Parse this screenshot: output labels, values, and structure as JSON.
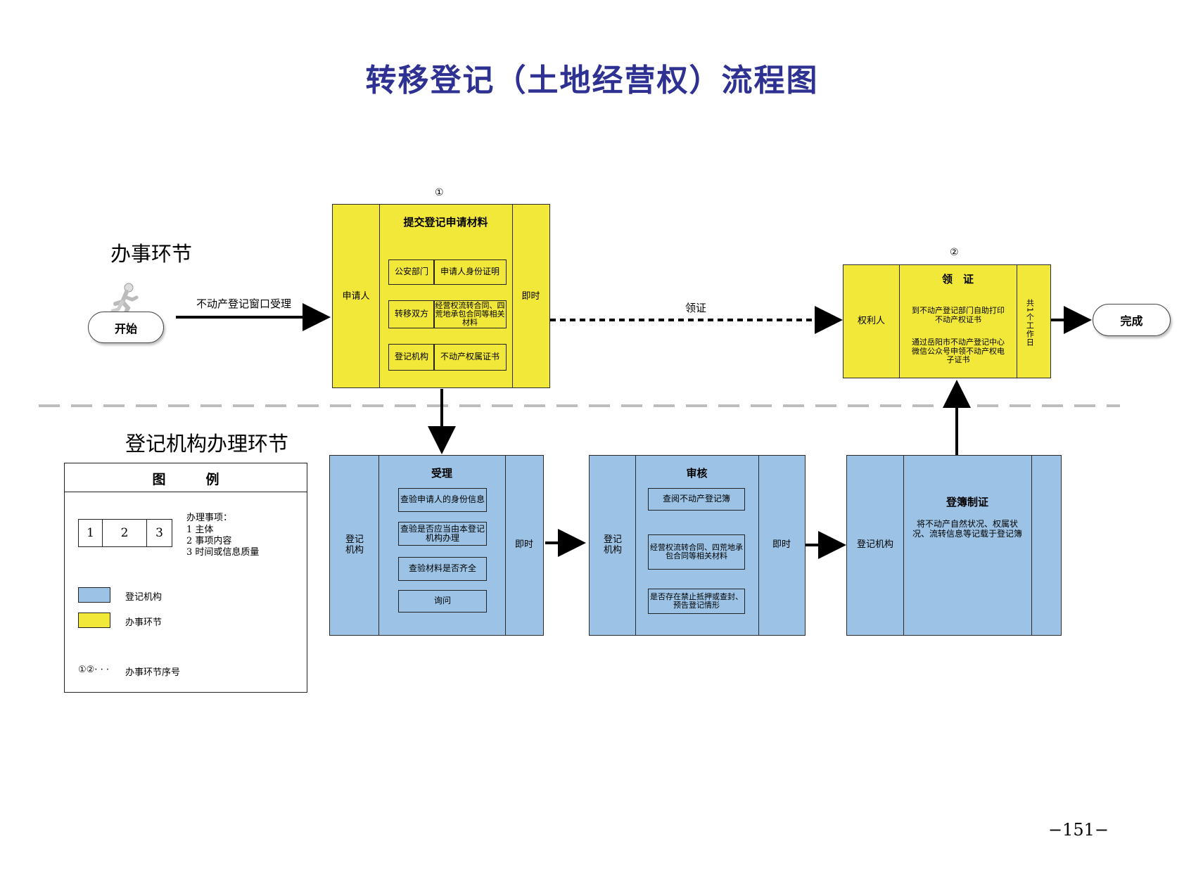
{
  "title": "转移登记（土地经营权）流程图",
  "sections": {
    "top": "办事环节",
    "bottom": "登记机构办理环节"
  },
  "start": {
    "label": "开始",
    "arrow_label": "不动产登记窗口受理"
  },
  "finish": {
    "label": "完成"
  },
  "step1": {
    "index": "①",
    "subject": "申请人",
    "heading": "提交登记申请材料",
    "time": "即时",
    "rows": [
      {
        "left": "公安部门",
        "right": "申请人身份证明"
      },
      {
        "left": "转移双方",
        "right": "经营权流转合同、四荒地承包合同等相关材料"
      },
      {
        "left": "登记机构",
        "right": "不动产权属证书"
      }
    ]
  },
  "link_label": "领证",
  "step2": {
    "index": "②",
    "subject": "权利人",
    "heading": "领　证",
    "text1": "到不动产登记部门自助打印不动产权证书",
    "text2": "通过岳阳市不动产登记中心微信公众号申领不动产权电子证书",
    "time": "共1个工作日"
  },
  "accept": {
    "subject": "登记机构",
    "heading": "受理",
    "time": "即时",
    "items": [
      "查验申请人的身份信息",
      "查验是否应当由本登记机构办理",
      "查验材料是否齐全",
      "询问"
    ]
  },
  "review": {
    "subject": "登记机构",
    "heading": "审核",
    "time": "即时",
    "items": [
      "查阅不动产登记簿",
      "经营权流转合同、四荒地承包合同等相关材料",
      "是否存在禁止抵押或查封、预告登记情形"
    ]
  },
  "register": {
    "subject": "登记机构",
    "heading": "登簿制证",
    "text": "将不动产自然状况、权属状况、流转信息等记载于登记簿"
  },
  "legend": {
    "title": "图　　　例",
    "cells": [
      "1",
      "2",
      "3"
    ],
    "items_title": "办理事项：",
    "items": [
      "1  主体",
      "2  事项内容",
      "3  时间或信息质量"
    ],
    "blue_label": "登记机构",
    "yellow_label": "办事环节",
    "seq_symbol": "①②· · ·",
    "seq_label": "办事环节序号"
  },
  "colors": {
    "title": "#2e3192",
    "yellow": "#f2e83a",
    "blue": "#9cc3e6"
  },
  "icons": [
    "running-person-icon"
  ],
  "page_number": "−151−"
}
